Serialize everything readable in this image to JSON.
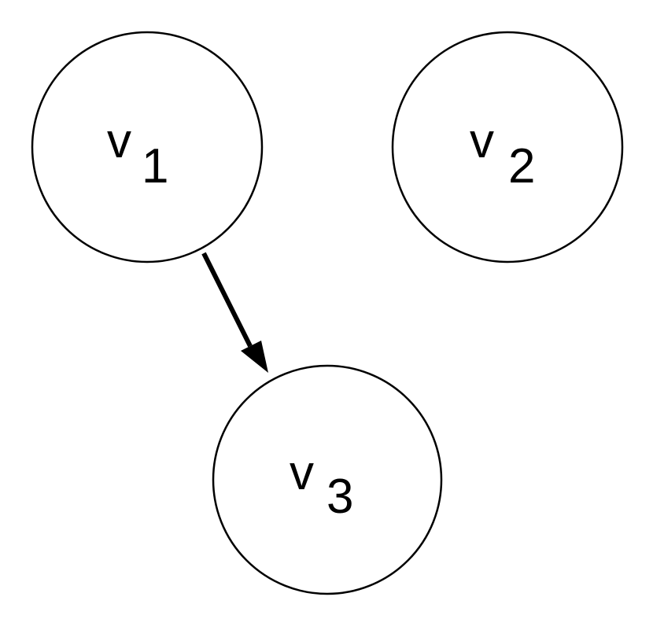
{
  "nodes": [
    {
      "id": "v1",
      "label": "v",
      "subscript": "1"
    },
    {
      "id": "v2",
      "label": "v",
      "subscript": "2"
    },
    {
      "id": "v3",
      "label": "v",
      "subscript": "3"
    }
  ],
  "edges": [
    {
      "from": "v1",
      "to": "v3",
      "directed": true
    }
  ],
  "colors": {
    "stroke": "#000000",
    "fill": "#ffffff"
  }
}
